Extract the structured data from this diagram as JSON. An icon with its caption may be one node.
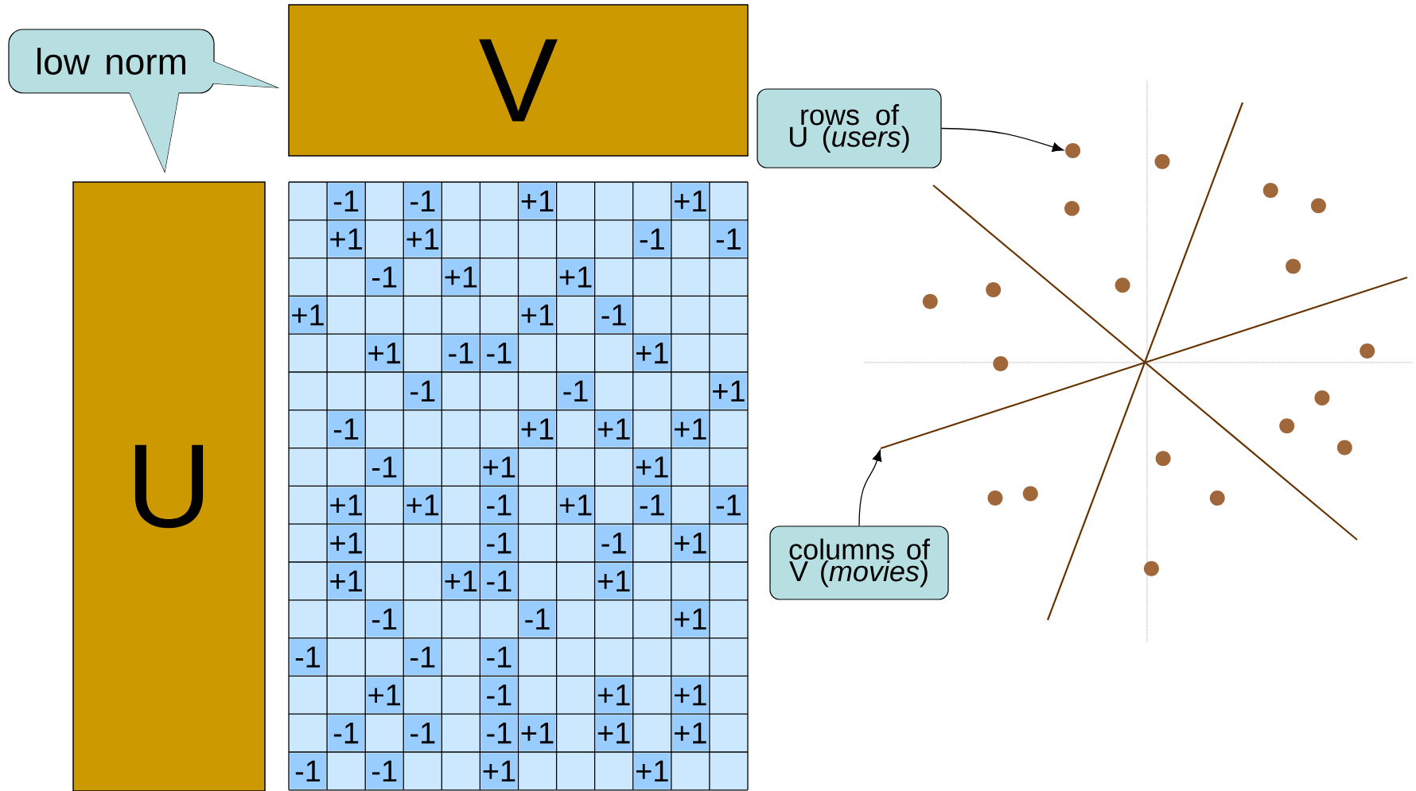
{
  "diagram": {
    "nodes": [
      {
        "text": [
          "low norm"
        ]
      },
      {
        "text": [
          "V"
        ]
      },
      {
        "text": [
          "U"
        ]
      },
      {
        "text": [
          "rows of U (*users*)"
        ]
      },
      {
        "text": [
          "columns of V (*movies*)"
        ]
      },
      {
        "text": [],
        "shape": "circle"
      },
      {
        "text": [],
        "shape": "circle"
      },
      {
        "text": [],
        "shape": "circle"
      },
      {
        "text": [],
        "shape": "circle"
      },
      {
        "text": [],
        "shape": "circle"
      },
      {
        "text": [],
        "shape": "circle"
      },
      {
        "text": [],
        "shape": "circle"
      },
      {
        "text": [],
        "shape": "circle"
      },
      {
        "text": [],
        "shape": "circle"
      },
      {
        "text": [],
        "shape": "circle"
      },
      {
        "text": [],
        "shape": "circle"
      },
      {
        "text": [],
        "shape": "circle"
      },
      {
        "text": [],
        "shape": "circle"
      },
      {
        "text": [],
        "shape": "circle"
      },
      {
        "text": [],
        "shape": "circle"
      },
      {
        "text": [],
        "shape": "circle"
      },
      {
        "text": [],
        "shape": "circle"
      },
      {
        "text": [],
        "shape": "circle"
      },
      {
        "text": [],
        "shape": "circle"
      }
    ],
    "edges": [
      {
        "from": 3,
        "to": 5,
        "arrow": "to"
      },
      {
        "from": 4,
        "to": null,
        "arrow": "to"
      }
    ],
    "labels": [
      "-1",
      "-1",
      "+1",
      "+1",
      "+1",
      "+1",
      "-1",
      "-1",
      "-1",
      "+1",
      "+1",
      "+1",
      "+1",
      "-1",
      "+1",
      "-1",
      "-1",
      "+1",
      "-1",
      "-1",
      "+1",
      "-1",
      "+1",
      "+1",
      "+1",
      "-1",
      "+1",
      "+1",
      "+1",
      "+1",
      "-1",
      "+1",
      "-1",
      "-1",
      "+1",
      "-1",
      "-1",
      "+1",
      "+1",
      "+1",
      "-1",
      "+1",
      "-1",
      "-1",
      "+1",
      "-1",
      "-1",
      "-1",
      "+1",
      "-1",
      "+1",
      "+1",
      "-1",
      "-1",
      "-1",
      "+1",
      "+1",
      "+1",
      "-1",
      "-1",
      "+1",
      "+1"
    ]
  }
}
